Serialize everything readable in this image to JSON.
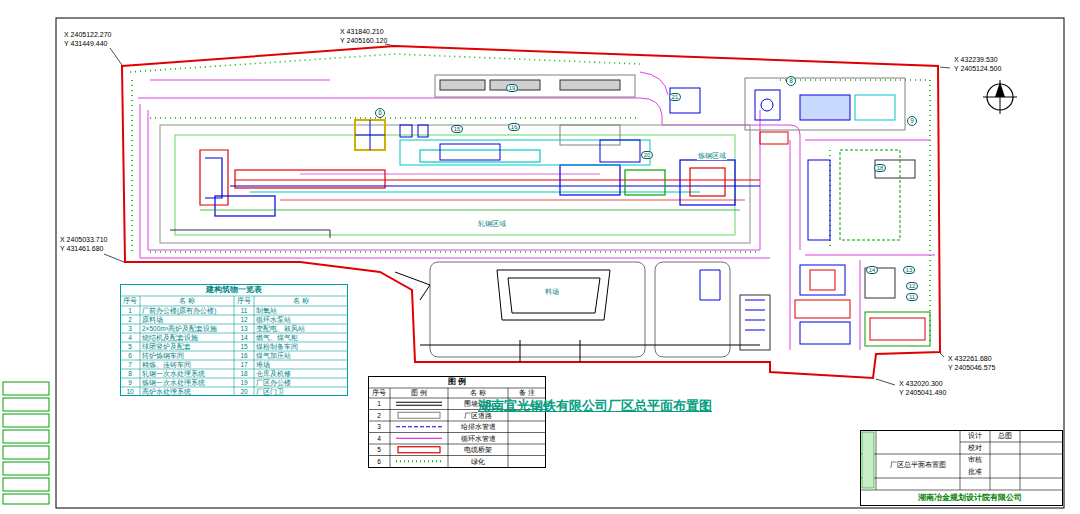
{
  "diagram": {
    "title": "湖南宜光钢铁有限公司厂区总平面布置图",
    "nodes": [
      {
        "text": [
          "建构筑物一览表"
        ]
      },
      {
        "text": [
          "图 例"
        ]
      },
      {
        "text": [
          "厂区总平面布置图"
        ]
      }
    ],
    "labels": [
      "X 2405122.270",
      "Y 431449.440",
      "X 431840.210",
      "Y 2405160.120",
      "X 432239.530",
      "Y 2405124.500",
      "X 2405033.710",
      "Y 431461.680",
      "X 432261.680",
      "Y 2405046.575",
      "X 432020.300",
      "Y 2405041.490",
      "序号",
      "名 称",
      "序号",
      "名 称",
      "1",
      "厂前办公楼(原有办公楼)",
      "2",
      "原料场",
      "3",
      "2×500m³高炉及配套设施",
      "4",
      "烧结机及配套设施",
      "5",
      "球团竖炉及配套",
      "6",
      "转炉炼钢车间",
      "7",
      "精炼、连铸车间",
      "8",
      "轧钢一次水处理系统",
      "9",
      "炼钢一次水处理系统",
      "10",
      "高炉水处理系统",
      "11",
      "制氧站",
      "12",
      "循环水泵站",
      "13",
      "变配电、鼓风站",
      "14",
      "燃气、煤气柜",
      "15",
      "煤粉制备车间",
      "16",
      "煤气加压站",
      "17",
      "堆场",
      "18",
      "仓库及机修",
      "19",
      "厂区办公楼",
      "20",
      "厂区门卫",
      "序号",
      "图 例",
      "名 称",
      "备 注",
      "1",
      "2",
      "3",
      "4",
      "5",
      "6",
      "19",
      "21",
      "8",
      "9",
      "6",
      "15",
      "16",
      "20",
      "18",
      "14",
      "13",
      "12",
      "11",
      "料场",
      "炼钢区域",
      "轧钢区域",
      "设计",
      "校对",
      "审核",
      "批准",
      "总图",
      "湖南冶金规划设计院有限公司"
    ],
    "legend": [
      {
        "text": "围墙边线"
      },
      {
        "text": "厂区道路"
      },
      {
        "text": "给排水管道"
      },
      {
        "text": "循环水管道"
      },
      {
        "text": "电缆桥架"
      },
      {
        "text": "绿化"
      }
    ]
  }
}
